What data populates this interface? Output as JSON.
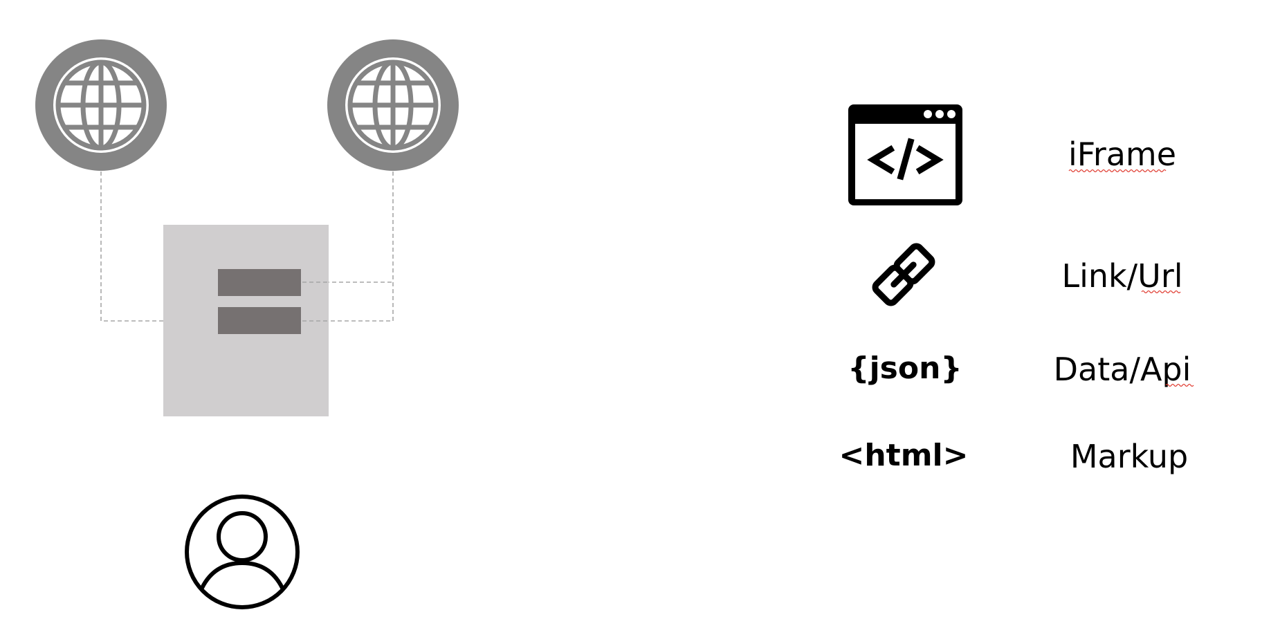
{
  "diagram": {
    "nodes": [
      {
        "id": "globe-left",
        "icon": "globe-icon"
      },
      {
        "id": "globe-right",
        "icon": "globe-icon"
      },
      {
        "id": "server",
        "icon": "server-icon"
      },
      {
        "id": "user",
        "icon": "user-icon"
      }
    ],
    "edges": [
      {
        "from": "globe-left",
        "to": "server",
        "style": "dashed"
      },
      {
        "from": "globe-right",
        "to": "server",
        "style": "dashed"
      }
    ]
  },
  "legend": {
    "items": [
      {
        "icon": "code-window-icon",
        "label": "iFrame"
      },
      {
        "icon": "link-icon",
        "label": "Link/Url"
      },
      {
        "icon_text": "{json}",
        "label": "Data/Api"
      },
      {
        "icon_text": "<html>",
        "label": "Markup"
      }
    ]
  },
  "colors": {
    "globe_ring": "#858585",
    "server_bg": "#d0cecf",
    "server_bar": "#767171",
    "connector": "#a6a6a6",
    "icon_dark": "#000000",
    "spellcheck": "#e03c31"
  }
}
